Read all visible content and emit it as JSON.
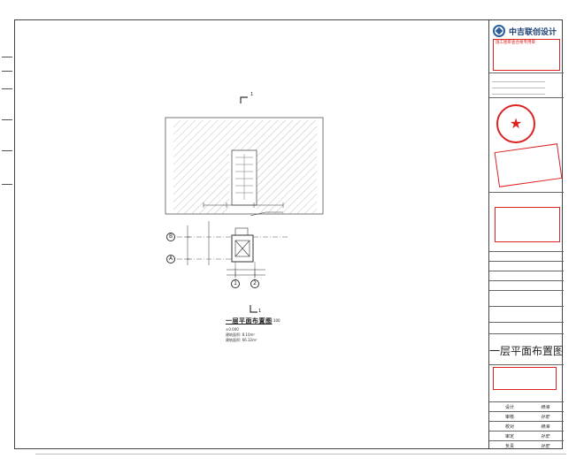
{
  "title_block": {
    "company": "中吉联创设计",
    "drawing_title": "一层平面布置图",
    "stamp_top_line": "施工图审查合格专用章",
    "stamp_star_label": "★",
    "personnel": [
      {
        "role": "设计",
        "name": "杨海"
      },
      {
        "role": "审核",
        "name": "孙宏"
      },
      {
        "role": "校对",
        "name": "杨海"
      },
      {
        "role": "审定",
        "name": "孙宏"
      },
      {
        "role": "负责",
        "name": "孙宏"
      }
    ]
  },
  "plan": {
    "title": "一层平面布置图",
    "scale": "1:100",
    "section_label": "1",
    "axis_rows": [
      "B",
      "A"
    ],
    "axis_cols": [
      "1",
      "2"
    ],
    "notes": [
      "建筑面积: 8.10m²",
      "±0.000",
      "建筑面积: 66.32m²"
    ]
  },
  "colors": {
    "frame": "#444444",
    "stamp_red": "#d22222",
    "logo_blue": "#2a5d9a"
  }
}
